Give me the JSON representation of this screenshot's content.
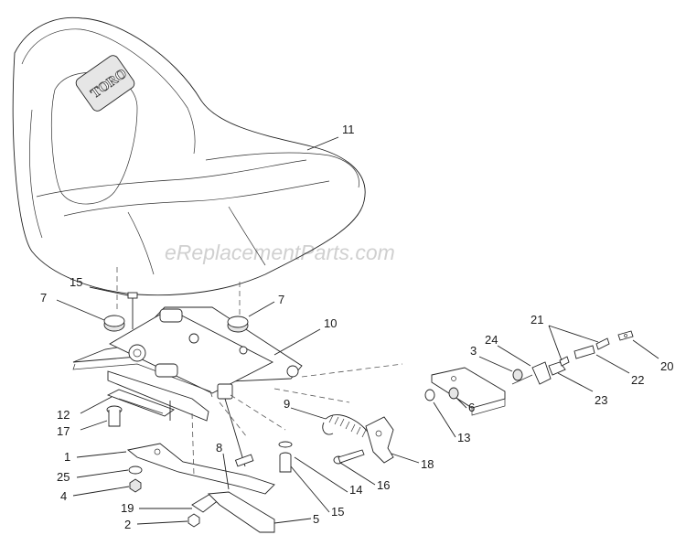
{
  "watermark": "eReplacementParts.com",
  "brand_logo": "TORO",
  "callouts": [
    "11",
    "15",
    "7",
    "7",
    "10",
    "12",
    "17",
    "9",
    "1",
    "8",
    "25",
    "4",
    "19",
    "2",
    "5",
    "15",
    "14",
    "16",
    "18",
    "13",
    "6",
    "3",
    "24",
    "21",
    "20",
    "22",
    "23"
  ]
}
